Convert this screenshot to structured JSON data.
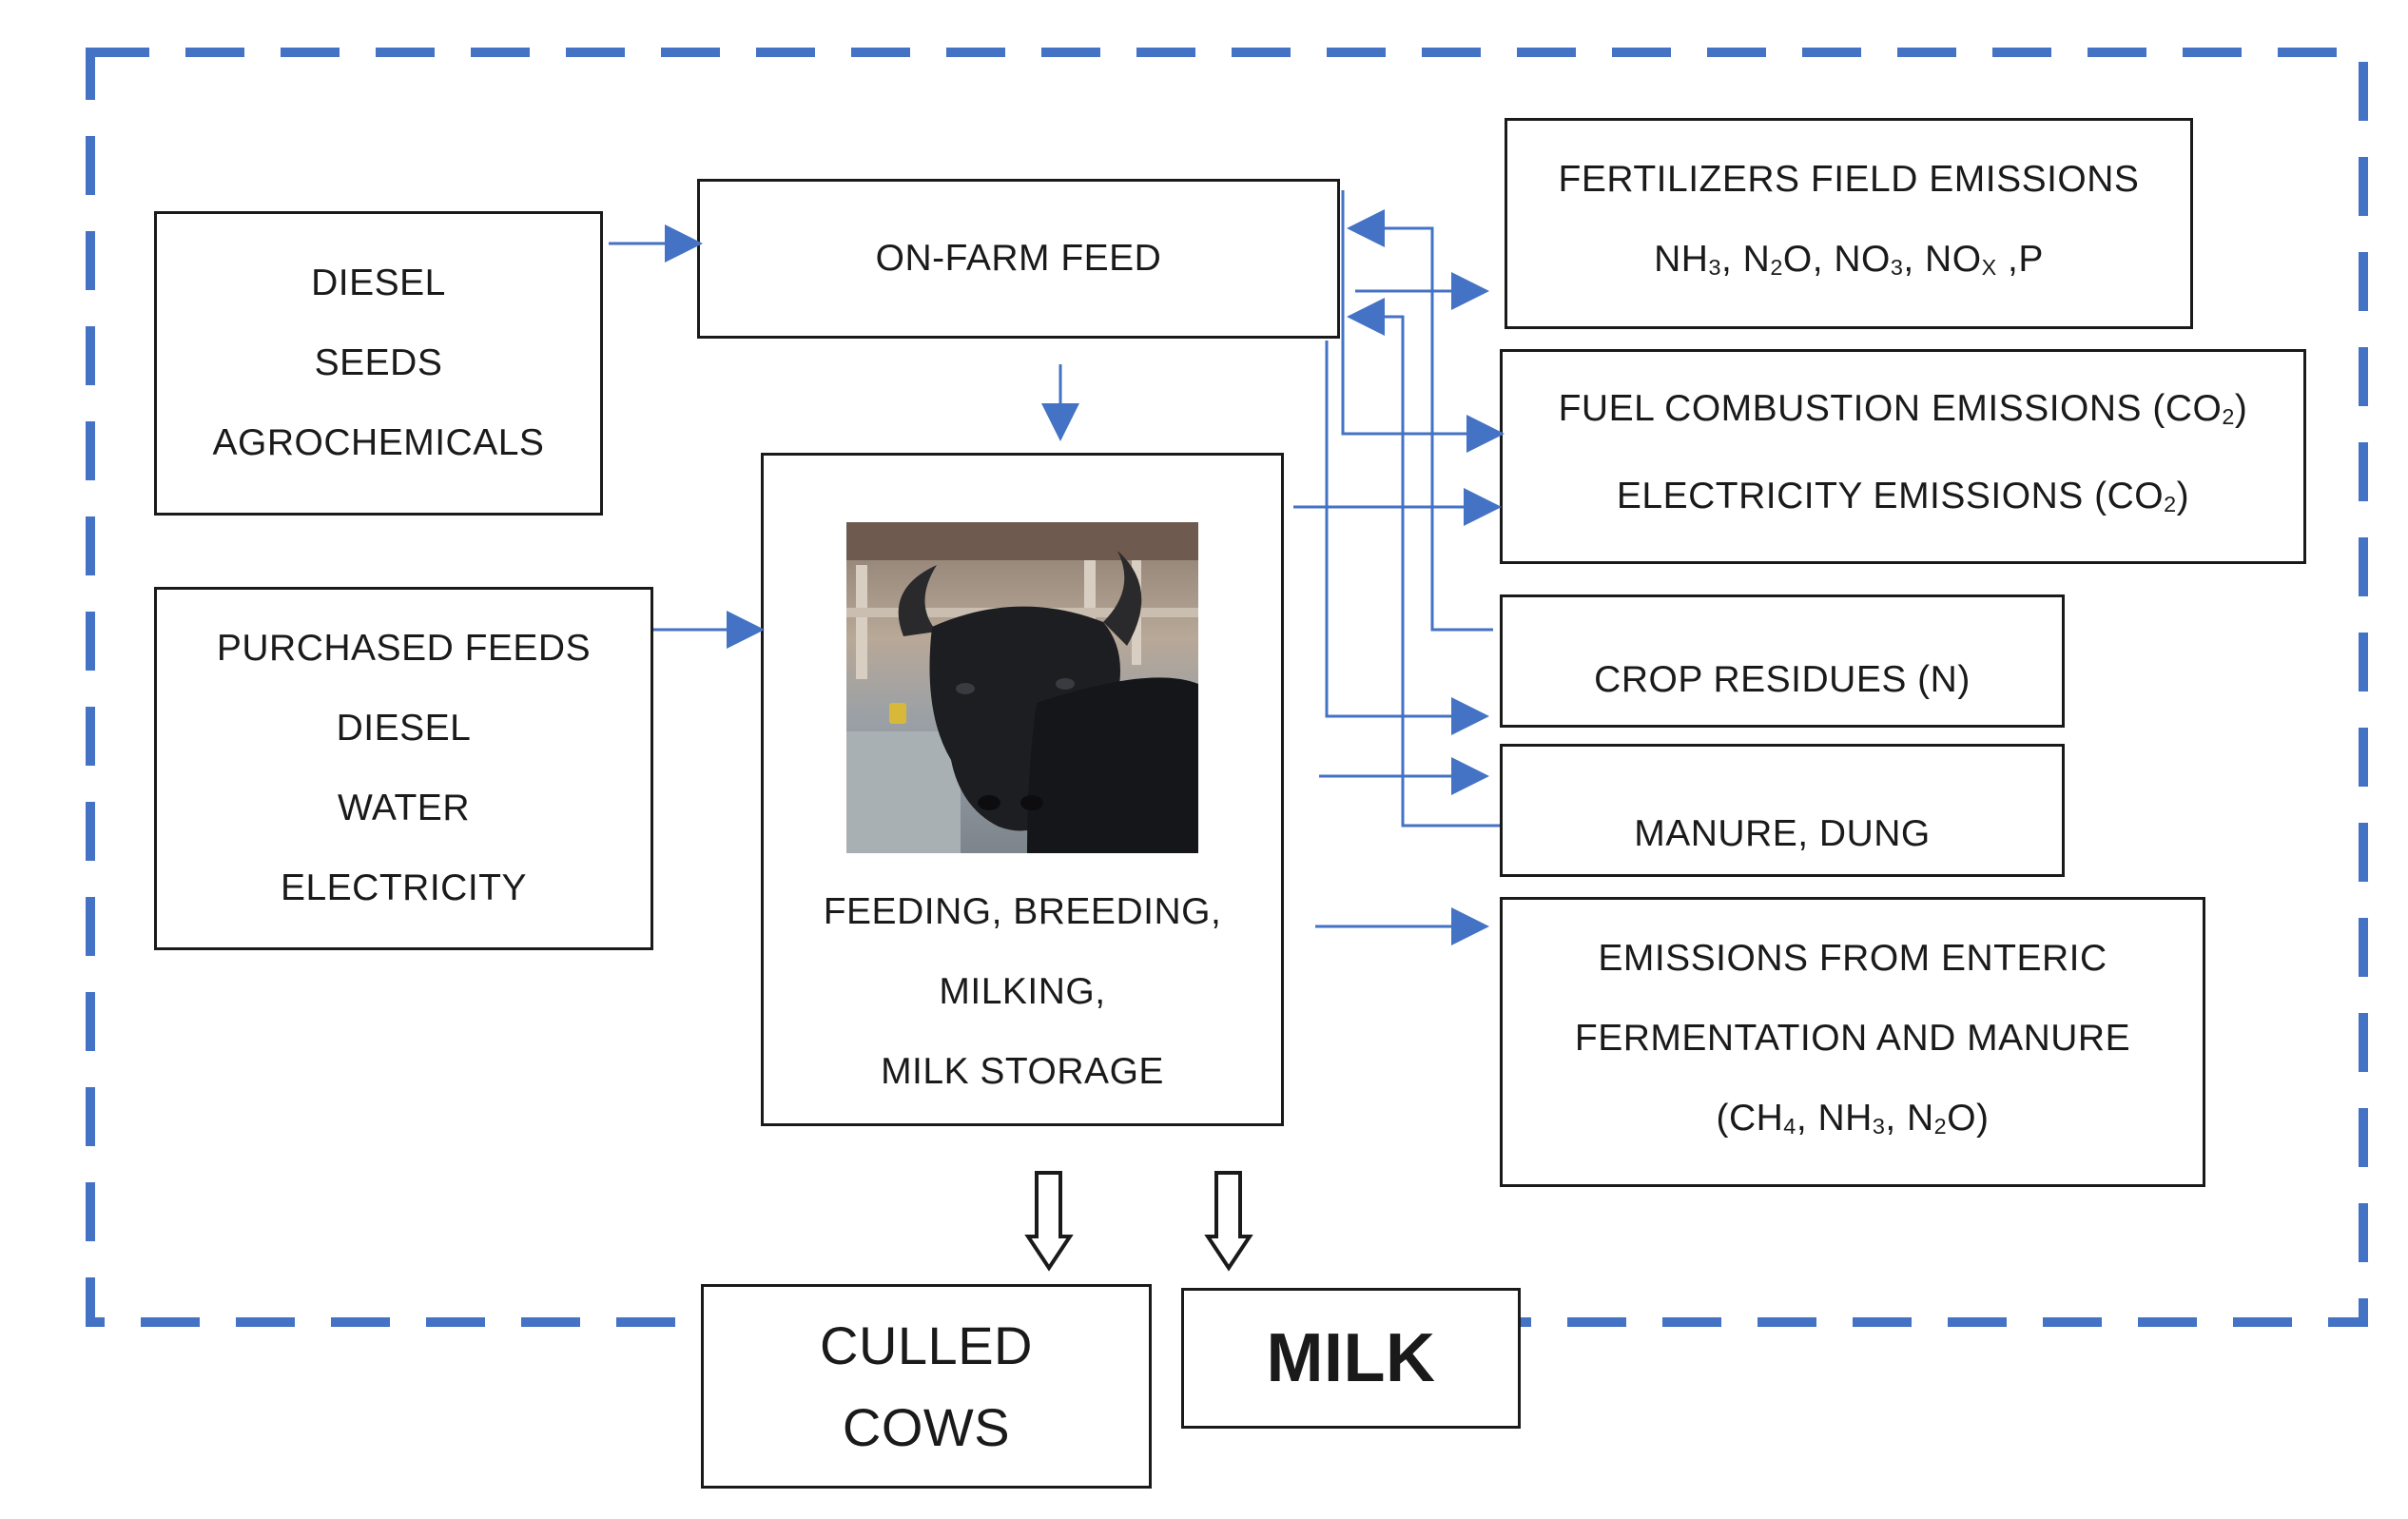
{
  "boxes": {
    "inputs_1": [
      "DIESEL",
      "SEEDS",
      "AGROCHEMICALS"
    ],
    "on_farm_feed": "ON-FARM FEED",
    "inputs_2": [
      "PURCHASED FEEDS",
      "DIESEL",
      "WATER",
      "ELECTRICITY"
    ],
    "center": [
      "FEEDING, BREEDING,",
      "MILKING,",
      "MILK STORAGE"
    ],
    "fertilizers": {
      "line1": "FERTILIZERS FIELD EMISSIONS",
      "line2": [
        "NH",
        "3",
        ", N",
        "2",
        "O, NO",
        "3",
        ", NO",
        "X",
        " ,P"
      ]
    },
    "fuel": {
      "line1": [
        "FUEL COMBUSTION EMISSIONS (CO",
        "2",
        ")"
      ],
      "line2": [
        "ELECTRICITY EMISSIONS (CO",
        "2",
        ")"
      ]
    },
    "crop_residues": "CROP RESIDUES (N)",
    "manure": "MANURE, DUNG",
    "enteric": {
      "line1": "EMISSIONS FROM ENTERIC",
      "line2": "FERMENTATION AND MANURE",
      "line3": [
        "(CH",
        "4",
        ", NH",
        "3",
        ", N",
        "2",
        "O)"
      ]
    },
    "culled_cows": [
      "CULLED",
      "COWS"
    ],
    "milk": "MILK"
  },
  "colors": {
    "arrow_blue": "#4472C4",
    "boundary_blue": "#4472C4",
    "box_border": "#1a1a1a"
  },
  "icons": {
    "photo": "water-buffalo-photo"
  }
}
